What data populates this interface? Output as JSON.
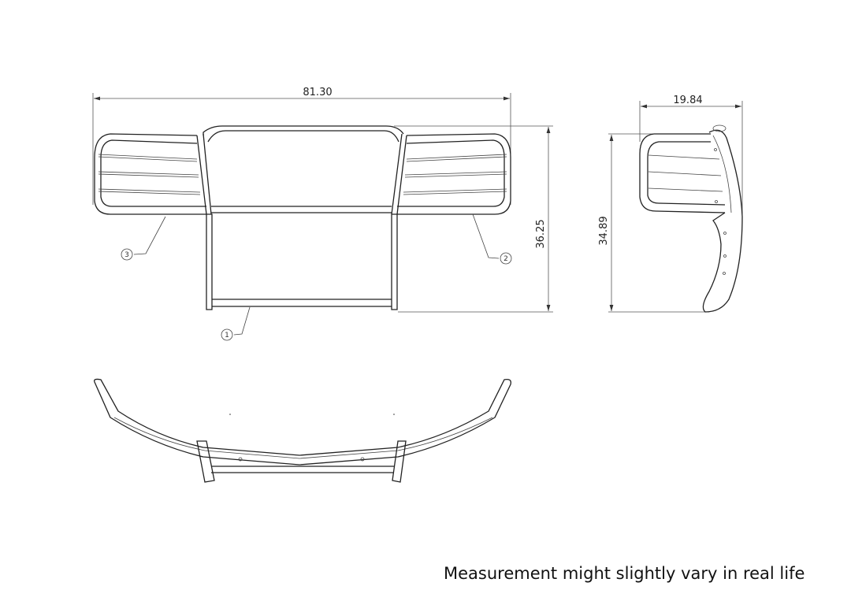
{
  "front_view": {
    "width_dimension": "81.30",
    "height_dimension": "36.25",
    "balloons": [
      "1",
      "2",
      "3"
    ]
  },
  "side_view": {
    "depth_dimension": "19.84",
    "height_dimension": "34.89"
  },
  "note": "Measurement might slightly vary in real life"
}
